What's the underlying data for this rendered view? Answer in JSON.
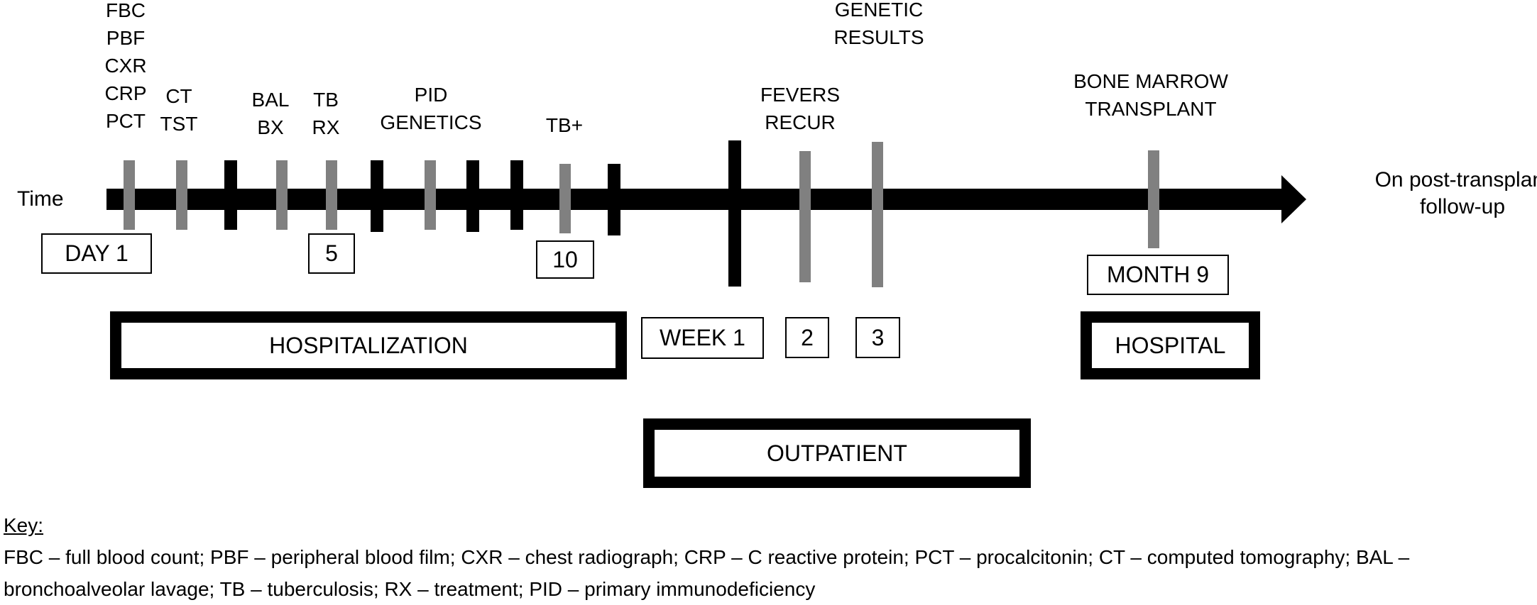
{
  "axis": {
    "start_label": "Time",
    "end_label_line1": "On post-transplant",
    "end_label_line2": "follow-up"
  },
  "events": [
    {
      "lines": [
        "FBC",
        "PBF",
        "CXR",
        "CRP",
        "PCT"
      ]
    },
    {
      "lines": [
        "CT",
        "TST"
      ]
    },
    {
      "lines": [
        "BAL",
        "BX"
      ]
    },
    {
      "lines": [
        "TB",
        "RX"
      ]
    },
    {
      "lines": [
        "PID",
        "GENETICS"
      ]
    },
    {
      "lines": [
        "TB+"
      ]
    },
    {
      "lines": [
        "FEVERS",
        "RECUR"
      ]
    },
    {
      "lines": [
        "GENETIC",
        "RESULTS"
      ]
    },
    {
      "lines": [
        "BONE MARROW",
        "TRANSPLANT"
      ]
    }
  ],
  "time_markers": {
    "day1": "DAY 1",
    "day5": "5",
    "day10": "10",
    "week1": "WEEK 1",
    "week2": "2",
    "week3": "3",
    "month9": "MONTH 9"
  },
  "phases": {
    "hospitalization": "HOSPITALIZATION",
    "outpatient": "OUTPATIENT",
    "hospital": "HOSPITAL"
  },
  "key": {
    "title": "Key:",
    "text": "FBC – full blood count; PBF – peripheral blood film; CXR – chest radiograph; CRP – C reactive protein; PCT – procalcitonin; CT – computed tomography; BAL – bronchoalveolar lavage; TB – tuberculosis; RX – treatment; PID – primary immunodeficiency"
  }
}
